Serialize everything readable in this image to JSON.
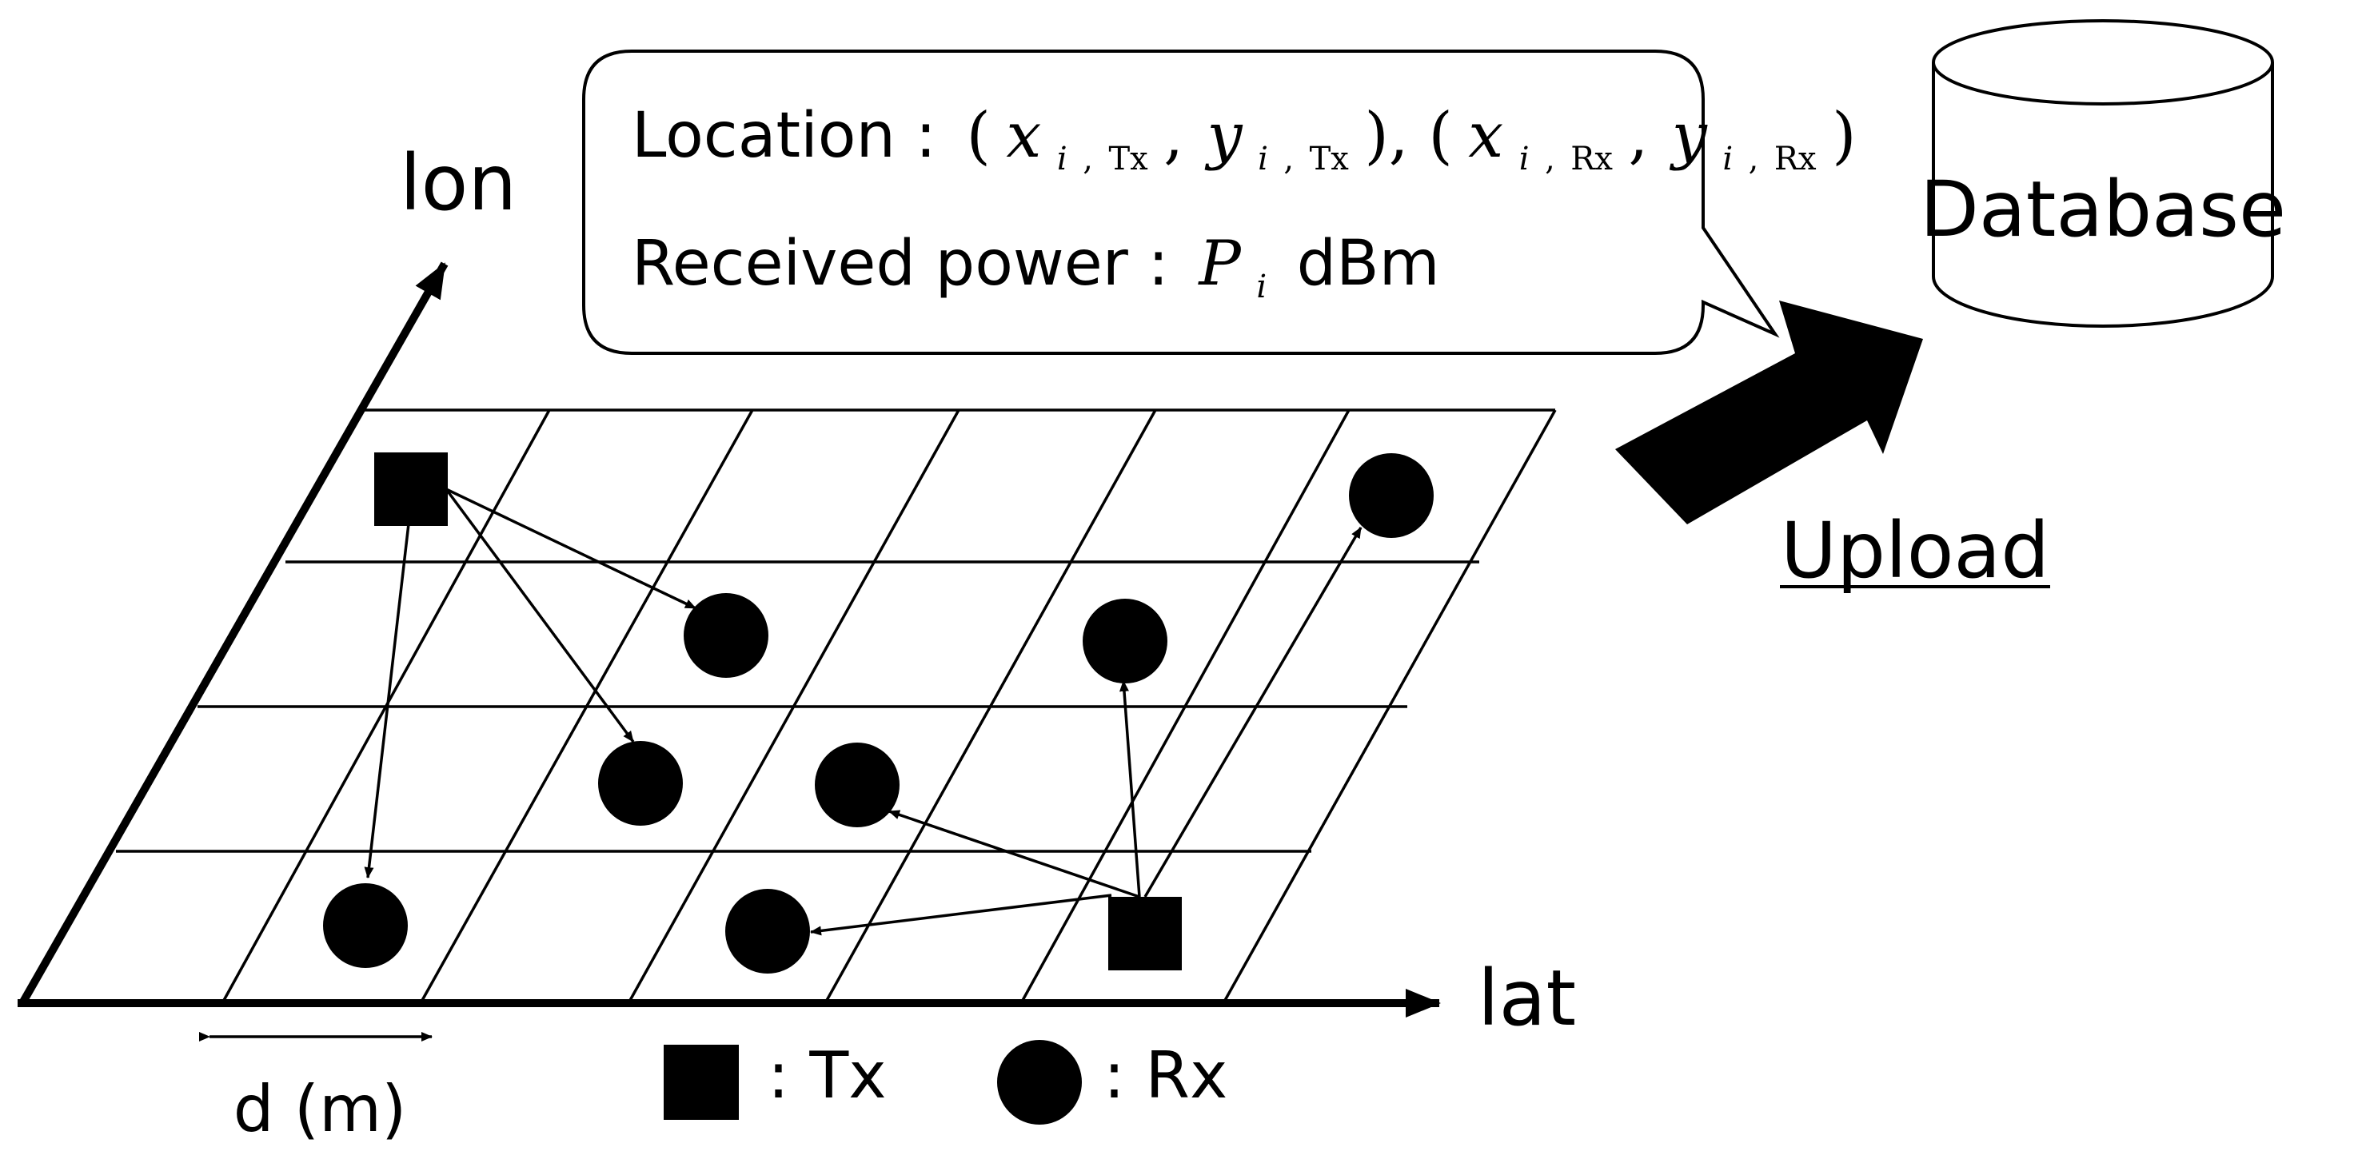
{
  "axes": {
    "lon_label": "lon",
    "lat_label": "lat"
  },
  "callout": {
    "location_label": "Location :",
    "location_formula": {
      "open1": "(",
      "x": "x",
      "y": "y",
      "sub_i": "i",
      "comma": ",",
      "tx": "Tx",
      "rx": "Rx",
      "close1": ")",
      "sep": "), (",
      "close2": ")"
    },
    "power_label": "Received power :",
    "power_symbol": "P",
    "power_sub": "i",
    "power_unit": "dBm"
  },
  "database": {
    "label": "Database"
  },
  "upload": {
    "label": "Upload"
  },
  "grid": {
    "spacing_label": "d (m)"
  },
  "legend": {
    "tx_label": ": Tx",
    "rx_label": ": Rx"
  },
  "colors": {
    "stroke": "#000000",
    "background": "#ffffff"
  },
  "icons": {
    "tx": "filled-square",
    "rx": "filled-circle",
    "database": "cylinder",
    "upload": "thick-arrow"
  }
}
